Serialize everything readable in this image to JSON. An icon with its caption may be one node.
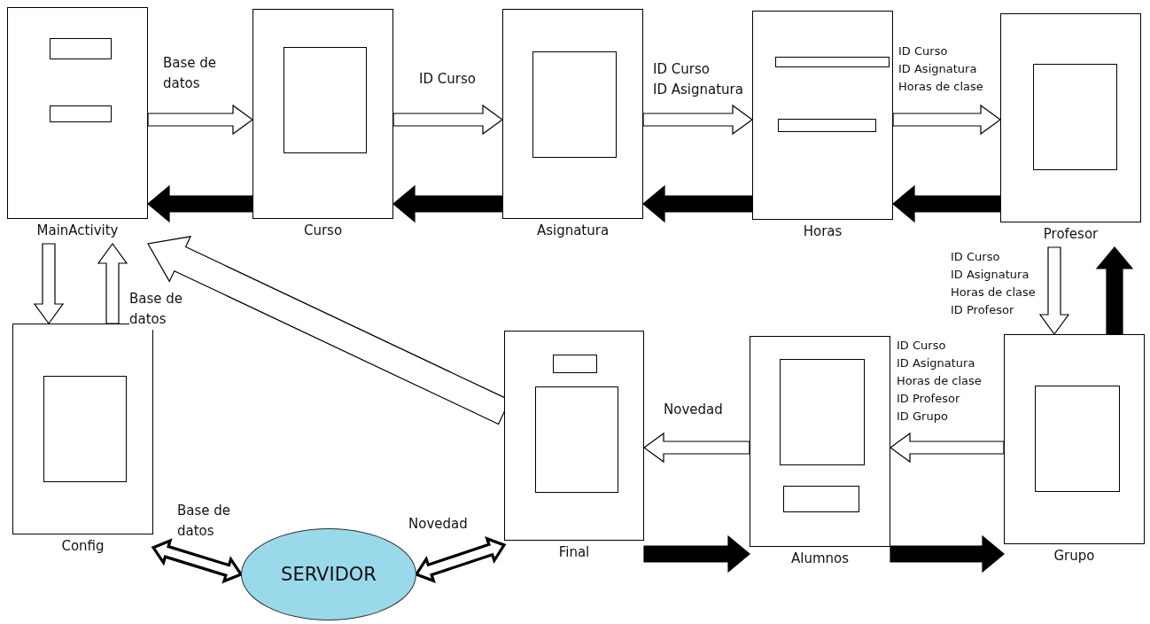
{
  "diagram": {
    "nodes": [
      {
        "text": [
          "MainActivity"
        ]
      },
      {
        "text": [
          "Curso"
        ]
      },
      {
        "text": [
          "Asignatura"
        ]
      },
      {
        "text": [
          "Horas"
        ]
      },
      {
        "text": [
          "Profesor"
        ]
      },
      {
        "text": [
          "Config"
        ]
      },
      {
        "text": [
          "SERVIDOR"
        ]
      },
      {
        "text": [
          "Final"
        ]
      },
      {
        "text": [
          "Alumnos"
        ]
      },
      {
        "text": [
          "Grupo"
        ]
      }
    ],
    "edges": [
      {
        "from": 0,
        "to": 1,
        "arrow": "to",
        "label": "Base de datos"
      },
      {
        "from": 1,
        "to": 0,
        "arrow": "to",
        "color": "#000000"
      },
      {
        "from": 1,
        "to": 2,
        "arrow": "to",
        "label": "ID Curso"
      },
      {
        "from": 2,
        "to": 1,
        "arrow": "to",
        "color": "#000000"
      },
      {
        "from": 2,
        "to": 3,
        "arrow": "to",
        "label": "ID Curso ID Asignatura"
      },
      {
        "from": 3,
        "to": 2,
        "arrow": "to",
        "color": "#000000"
      },
      {
        "from": 3,
        "to": 4,
        "arrow": "to",
        "label": "ID Curso ID Asignatura Horas de clase"
      },
      {
        "from": 4,
        "to": 3,
        "arrow": "to",
        "color": "#000000"
      },
      {
        "from": 4,
        "to": 9,
        "arrow": "to",
        "label": "ID Curso ID Asignatura Horas de clase ID Profesor"
      },
      {
        "from": 9,
        "to": 4,
        "arrow": "to",
        "color": "#000000"
      },
      {
        "from": 9,
        "to": 8,
        "arrow": "to",
        "label": "ID Curso ID Asignatura Horas de clase ID Profesor ID Grupo"
      },
      {
        "from": 8,
        "to": 9,
        "arrow": "to",
        "color": "#000000"
      },
      {
        "from": 8,
        "to": 7,
        "arrow": "to",
        "label": "Novedad"
      },
      {
        "from": 7,
        "to": 8,
        "arrow": "to",
        "color": "#000000"
      },
      {
        "from": 0,
        "to": 5,
        "arrow": "to"
      },
      {
        "from": 5,
        "to": 0,
        "arrow": "to",
        "label": "Base de datos"
      },
      {
        "from": 5,
        "to": 6,
        "arrow": "both",
        "label": "Base de datos",
        "style": "thick"
      },
      {
        "from": 6,
        "to": 7,
        "arrow": "both",
        "label": "Novedad",
        "style": "thick"
      },
      {
        "from": 7,
        "to": 0,
        "arrow": "to"
      }
    ]
  }
}
